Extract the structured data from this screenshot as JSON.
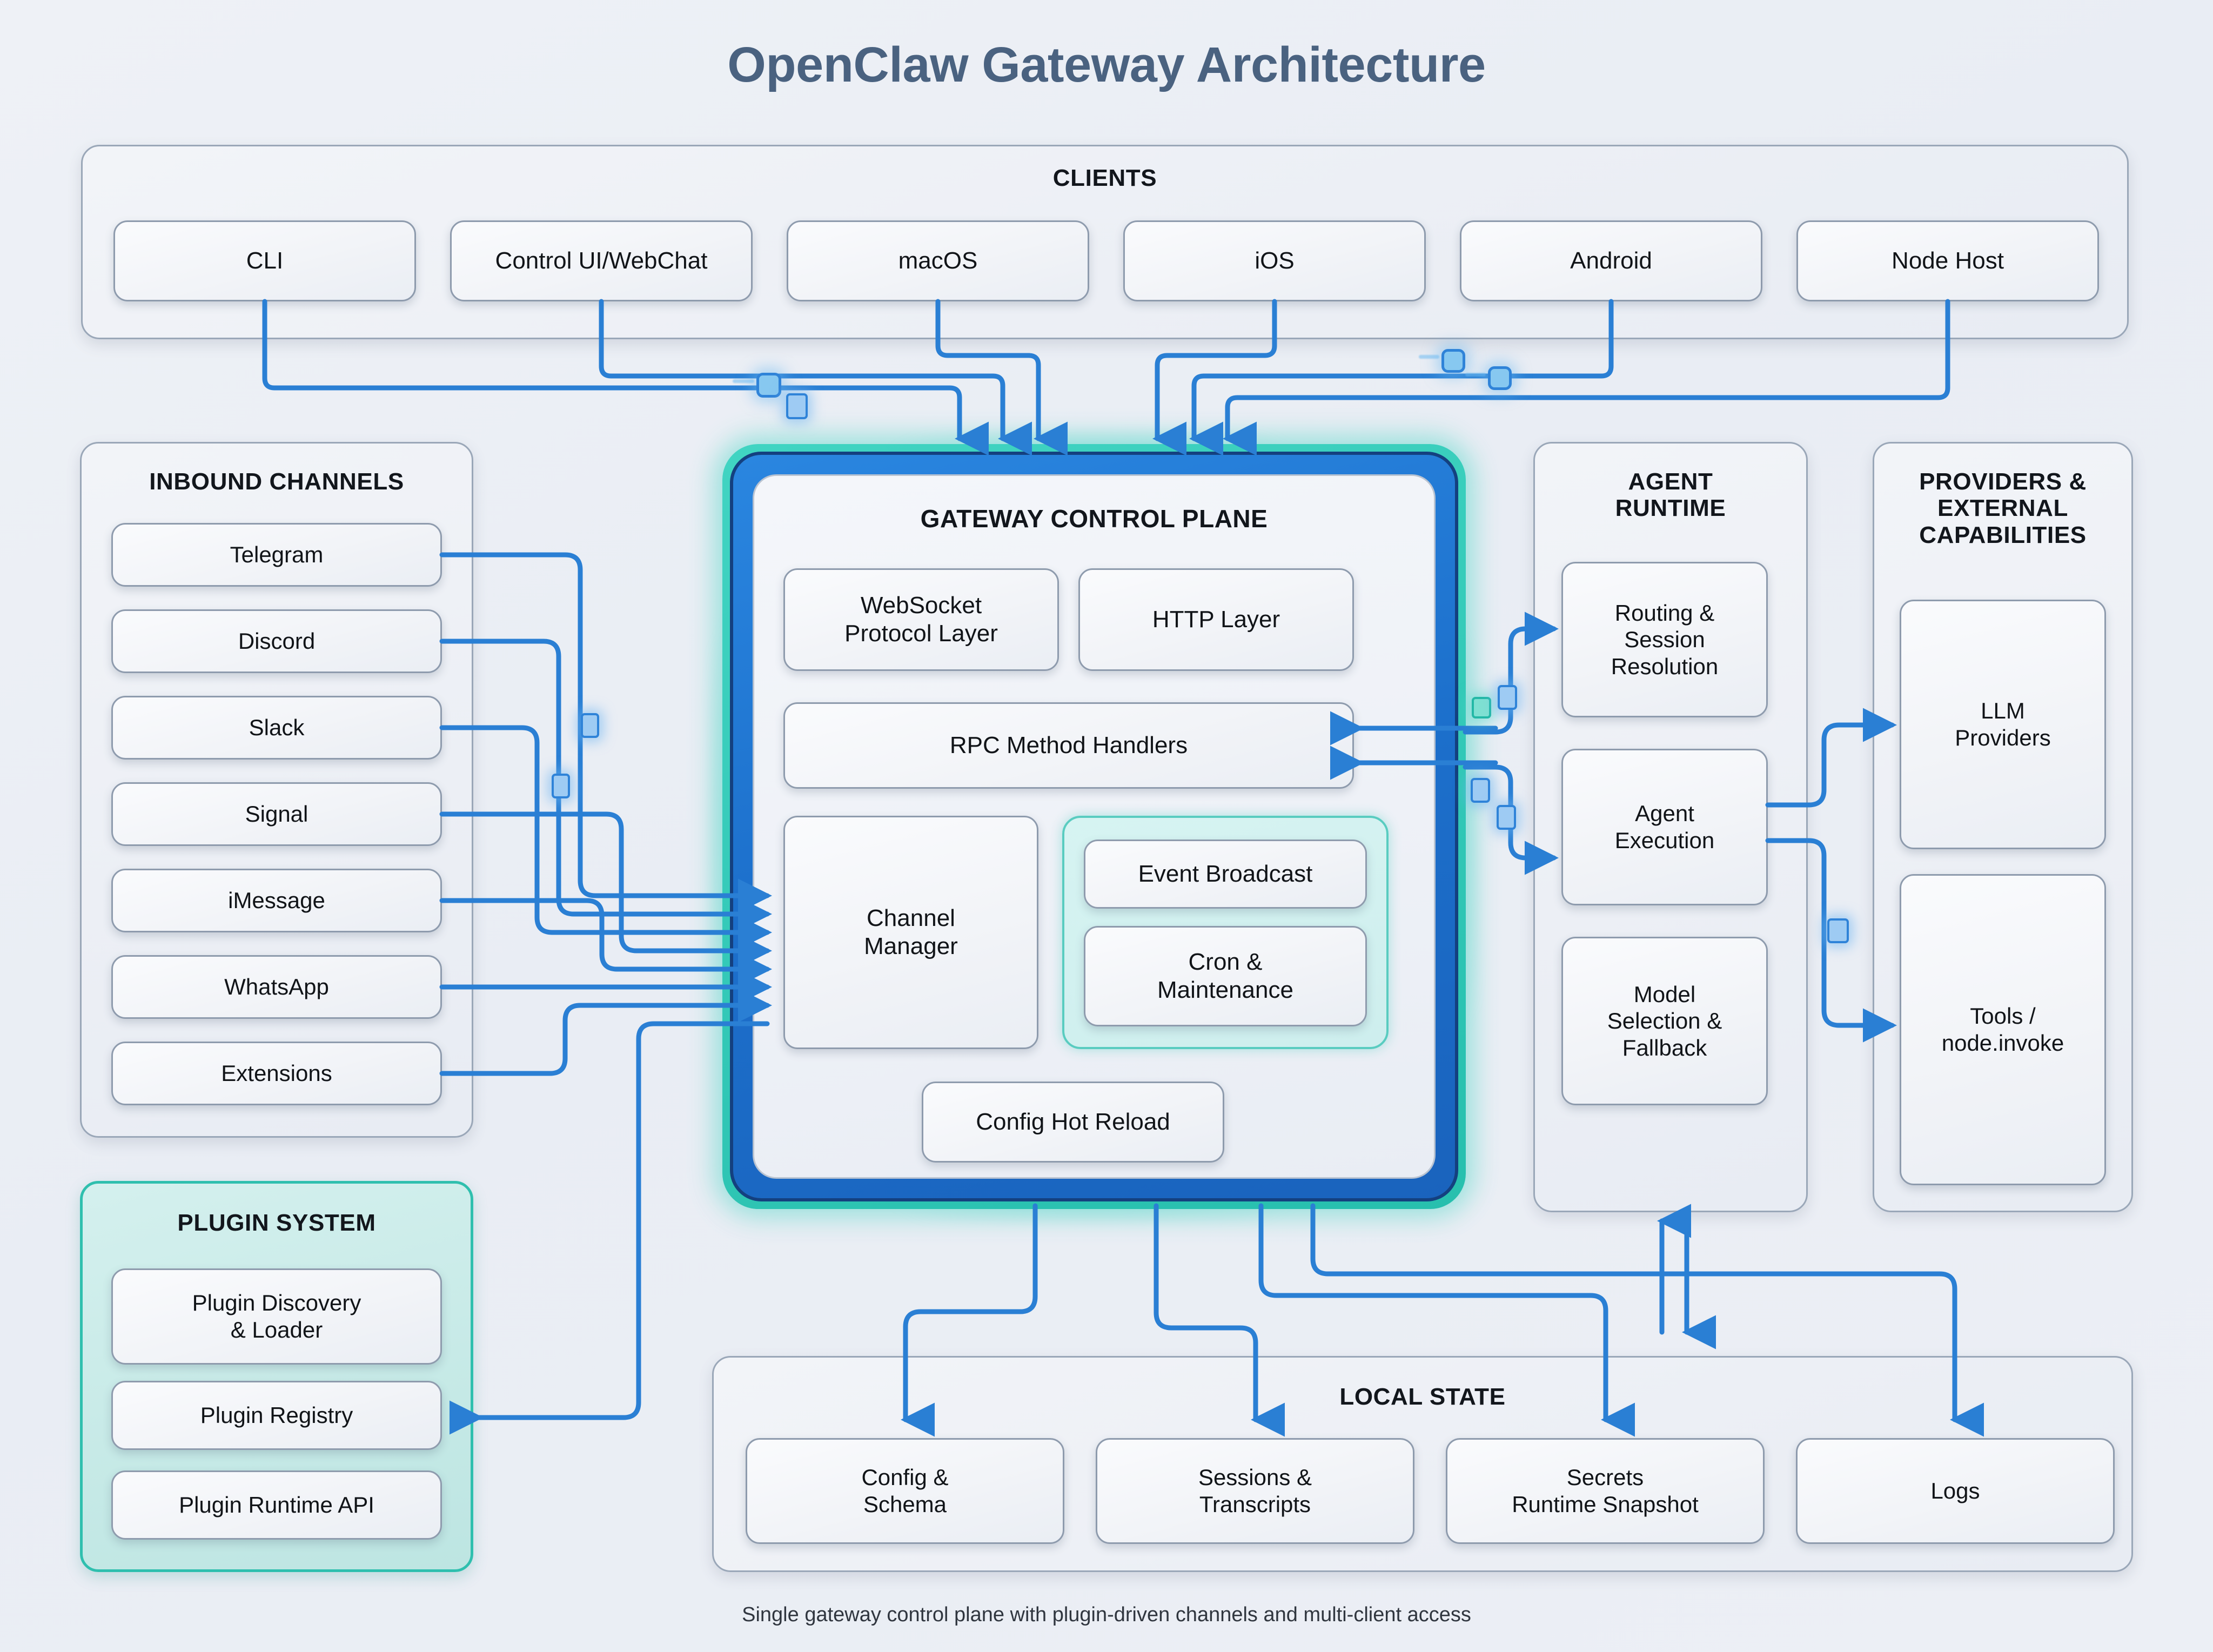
{
  "title": "OpenClaw Gateway Architecture",
  "caption": "Single gateway control plane with plugin-driven channels and multi-client access",
  "colors": {
    "accent_blue": "#2a7fd4",
    "gateway_border_blue": "#1c6fcb",
    "gateway_glow_teal": "#41d4c2",
    "plugin_teal": "#2fbfae",
    "title_slate": "#4a6280",
    "panel_border": "#9aa7b8",
    "node_border": "#8e9bad",
    "background": "#eceff5"
  },
  "clients": {
    "title": "CLIENTS",
    "items": [
      {
        "label": "CLI"
      },
      {
        "label": "Control UI/WebChat"
      },
      {
        "label": "macOS"
      },
      {
        "label": "iOS"
      },
      {
        "label": "Android"
      },
      {
        "label": "Node Host"
      }
    ]
  },
  "inbound_channels": {
    "title": "INBOUND CHANNELS",
    "items": [
      {
        "label": "Telegram"
      },
      {
        "label": "Discord"
      },
      {
        "label": "Slack"
      },
      {
        "label": "Signal"
      },
      {
        "label": "iMessage"
      },
      {
        "label": "WhatsApp"
      },
      {
        "label": "Extensions"
      }
    ]
  },
  "plugin_system": {
    "title": "PLUGIN SYSTEM",
    "items": [
      {
        "label": "Plugin Discovery\n& Loader"
      },
      {
        "label": "Plugin Registry"
      },
      {
        "label": "Plugin Runtime API"
      }
    ]
  },
  "gateway": {
    "title": "GATEWAY CONTROL PLANE",
    "websocket": "WebSocket\nProtocol Layer",
    "http": "HTTP Layer",
    "rpc": "RPC Method Handlers",
    "channel_manager": "Channel\nManager",
    "event_broadcast": "Event Broadcast",
    "cron": "Cron &\nMaintenance",
    "config_hot_reload": "Config Hot Reload"
  },
  "agent_runtime": {
    "title": "AGENT\nRUNTIME",
    "items": [
      {
        "label": "Routing &\nSession\nResolution"
      },
      {
        "label": "Agent\nExecution"
      },
      {
        "label": "Model\nSelection &\nFallback"
      }
    ]
  },
  "providers": {
    "title": "PROVIDERS &\nEXTERNAL\nCAPABILITIES",
    "items": [
      {
        "label": "LLM\nProviders"
      },
      {
        "label": "Tools /\nnode.invoke"
      }
    ]
  },
  "local_state": {
    "title": "LOCAL STATE",
    "items": [
      {
        "label": "Config &\nSchema"
      },
      {
        "label": "Sessions &\nTranscripts"
      },
      {
        "label": "Secrets\nRuntime Snapshot"
      },
      {
        "label": "Logs"
      }
    ]
  },
  "packets": [
    {
      "name": "packet-square-client-1",
      "kind": "square"
    },
    {
      "name": "packet-doc-client-2",
      "kind": "doc"
    },
    {
      "name": "packet-square-client-3",
      "kind": "square"
    },
    {
      "name": "packet-square-client-4",
      "kind": "square"
    },
    {
      "name": "packet-doc-channel-1",
      "kind": "doc"
    },
    {
      "name": "packet-doc-channel-2",
      "kind": "doc"
    },
    {
      "name": "packet-doc-agent-teal",
      "kind": "doc-teal"
    },
    {
      "name": "packet-doc-agent-1",
      "kind": "doc"
    },
    {
      "name": "packet-doc-agent-2",
      "kind": "doc"
    },
    {
      "name": "packet-doc-tools",
      "kind": "doc"
    }
  ]
}
